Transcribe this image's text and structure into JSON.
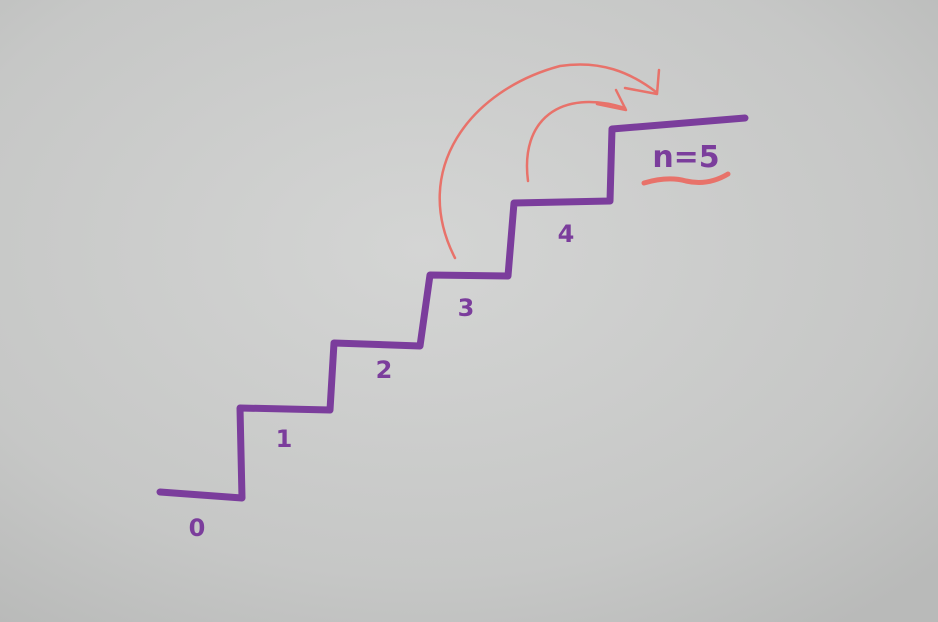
{
  "colors": {
    "marker_purple": "#7b3d9c",
    "marker_red": "#e8726a",
    "whiteboard": "#c9cac9"
  },
  "steps": [
    {
      "label": "0"
    },
    {
      "label": "1"
    },
    {
      "label": "2"
    },
    {
      "label": "3"
    },
    {
      "label": "4"
    }
  ],
  "top_label": "n=5"
}
